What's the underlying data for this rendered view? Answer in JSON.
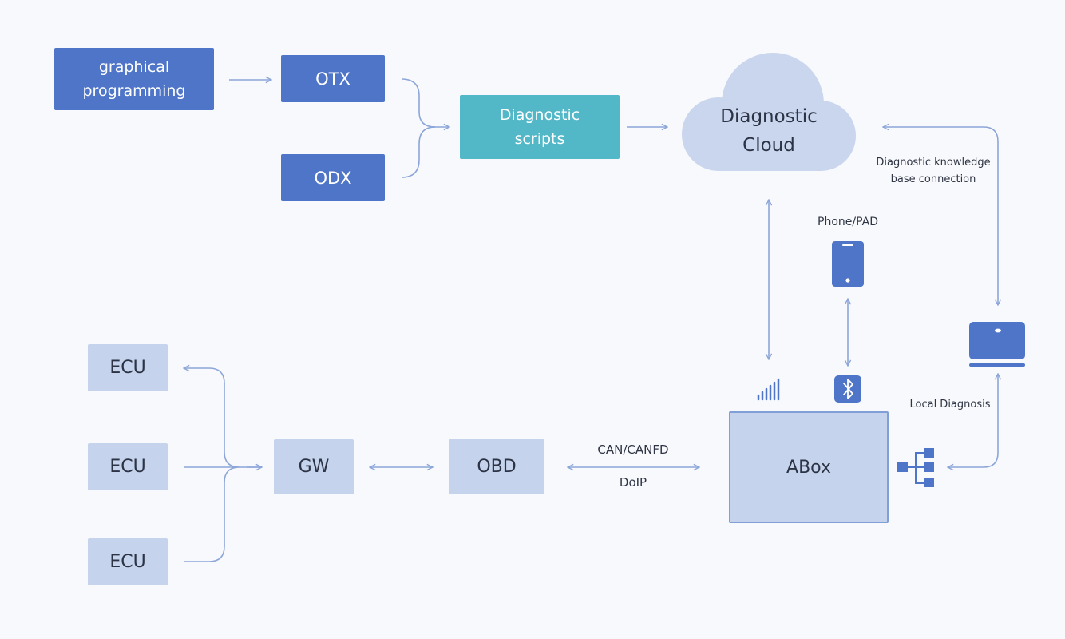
{
  "nodes": {
    "graphical": "graphical\nprogramming",
    "otx": "OTX",
    "odx": "ODX",
    "scripts": "Diagnostic\nscripts",
    "cloud": "Diagnostic\nCloud",
    "ecu1": "ECU",
    "ecu2": "ECU",
    "ecu3": "ECU",
    "gw": "GW",
    "obd": "OBD",
    "abox": "ABox"
  },
  "labels": {
    "phone": "Phone/PAD",
    "knowledge": "Diagnostic knowledge\nbase connection",
    "local": "Local Diagnosis",
    "can": "CAN/CANFD",
    "doip": "DoIP"
  },
  "icons": [
    "phone-icon",
    "laptop-icon",
    "signal-icon",
    "bluetooth-icon",
    "network-icon",
    "cloud-icon"
  ],
  "colors": {
    "primary": "#4f75c8",
    "teal": "#52b7c6",
    "light": "#c5d3ec",
    "cloud": "#c9d6ee",
    "line": "#8ca6d9"
  }
}
